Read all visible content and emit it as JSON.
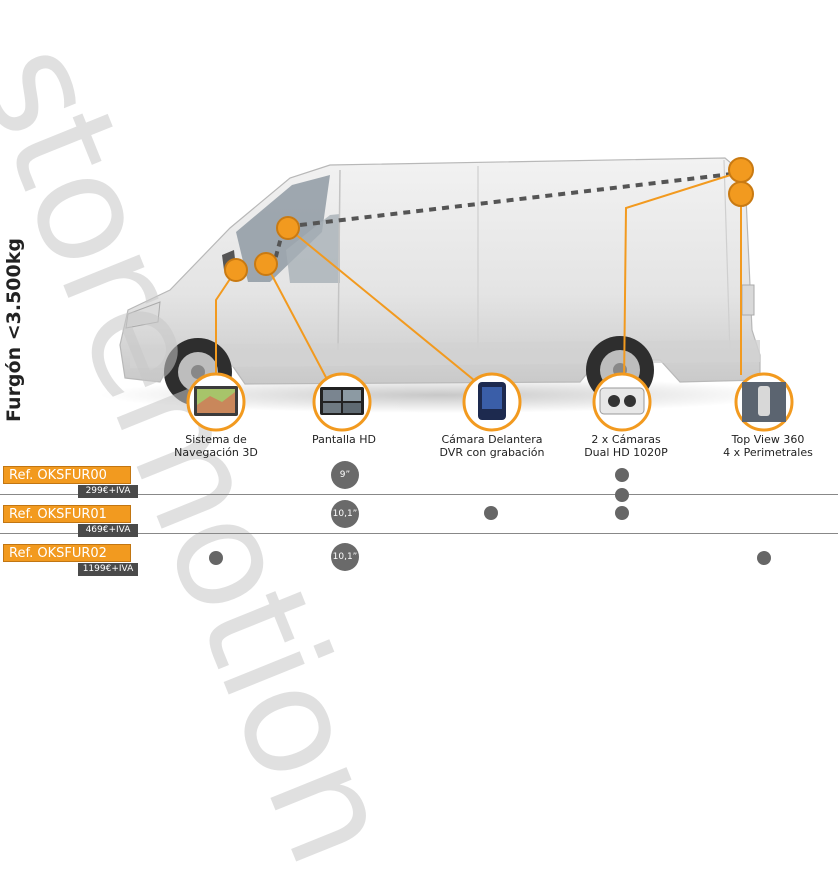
{
  "vehicle_type": "Furgón <3.500kg",
  "products": [
    {
      "name": "Sistema de\nNavegación 3D",
      "icon": "navigation-screen-icon"
    },
    {
      "name": "Pantalla HD",
      "icon": "hd-monitor-icon"
    },
    {
      "name": "Cámara Delantera\nDVR con grabación",
      "icon": "front-dvr-camera-icon"
    },
    {
      "name": "2 x Cámaras\nDual HD 1020P",
      "icon": "dual-camera-icon"
    },
    {
      "name": "Top View 360\n4 x Perimetrales",
      "icon": "top-view-360-icon"
    }
  ],
  "kits": [
    {
      "ref": "Ref. OKSFUR00",
      "price": "299€+IVA",
      "screen_size": "9”",
      "navigation": false,
      "front_dvr": false,
      "dual_cameras": true,
      "top_view": false
    },
    {
      "ref": "Ref. OKSFUR01",
      "price": "469€+IVA",
      "screen_size": "10,1”",
      "navigation": false,
      "front_dvr": true,
      "dual_cameras": true,
      "top_view": false
    },
    {
      "ref": "Ref. OKSFUR02",
      "price": "1199€+IVA",
      "screen_size": "10,1”",
      "navigation": true,
      "front_dvr": false,
      "dual_cameras": false,
      "top_view": true
    }
  ],
  "watermark": "storemotion",
  "colors": {
    "accent": "#f29a1f",
    "dot": "#666666",
    "badge_dark": "#4a4a4a"
  }
}
